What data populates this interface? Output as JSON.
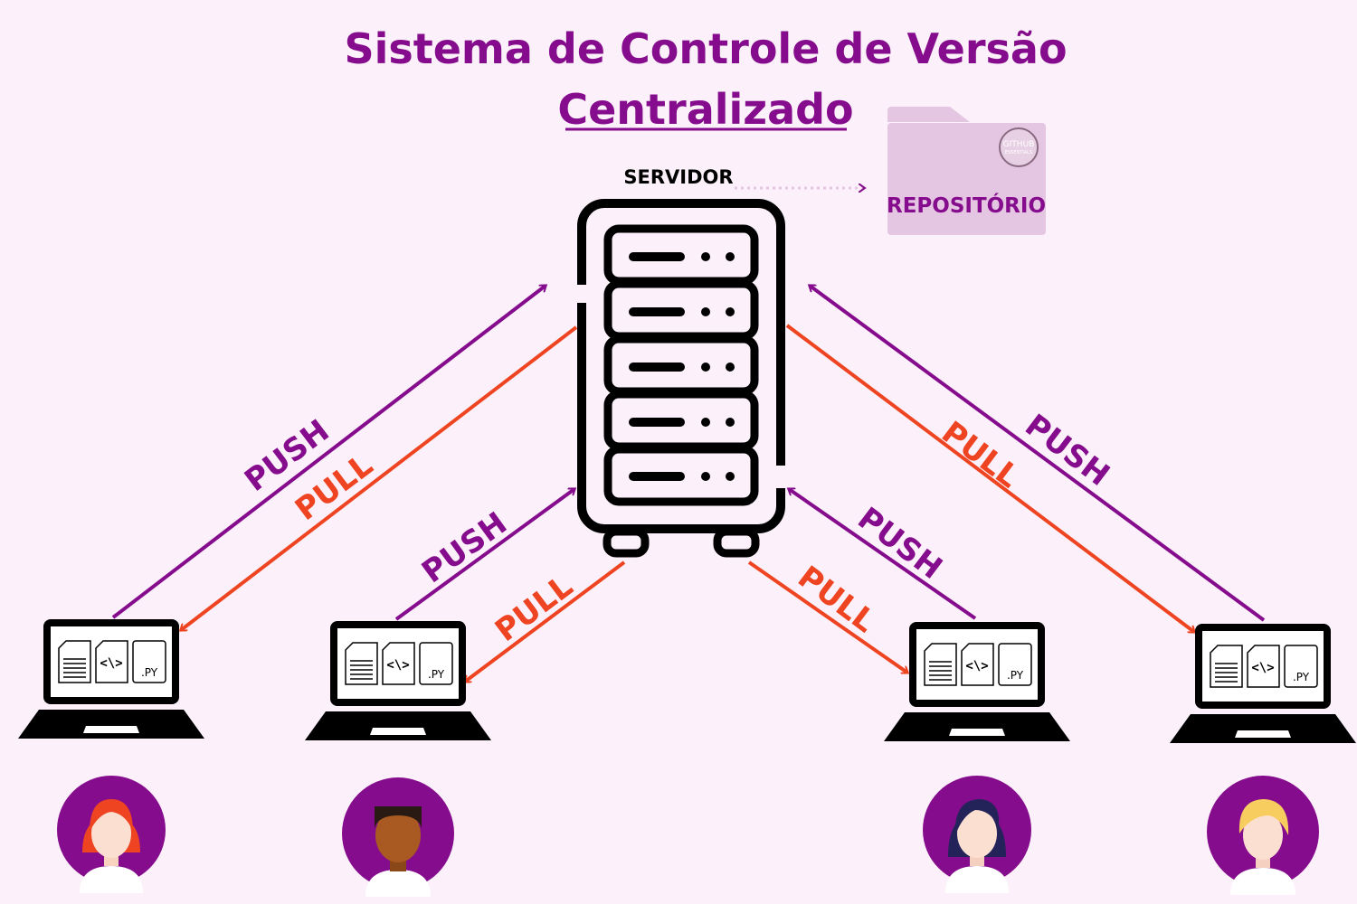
{
  "title": {
    "line1": "Sistema de Controle de Versão",
    "line2": "Centralizado"
  },
  "server": {
    "label": "SERVIDOR"
  },
  "repository": {
    "label": "REPOSITÓRIO",
    "logo_line1": "GITHUB",
    "logo_line2": "ESSENTIALS"
  },
  "arrows": {
    "push": "PUSH",
    "pull": "PULL"
  },
  "laptop": {
    "file_ext": ".PY",
    "code_glyph": "<\\>"
  },
  "colors": {
    "background": "#fcf1fa",
    "push": "#850c8c",
    "pull": "#ee4422",
    "title": "#850c8c",
    "folder": "#e4c6e2"
  }
}
